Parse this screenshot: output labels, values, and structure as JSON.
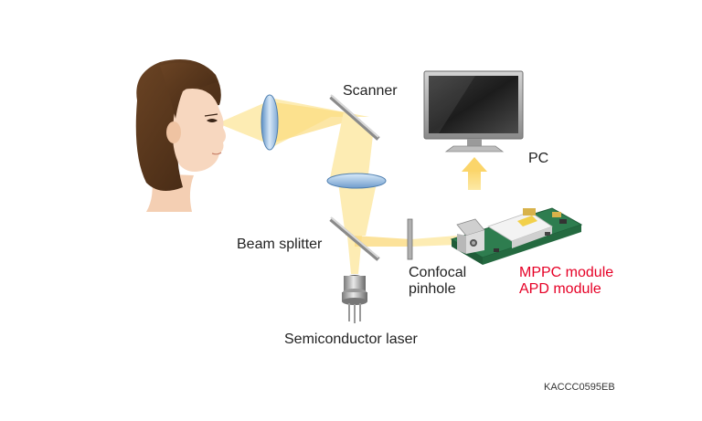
{
  "labels": {
    "scanner": "Scanner",
    "pc": "PC",
    "beam_splitter": "Beam splitter",
    "confocal_line1": "Confocal",
    "confocal_line2": "pinhole",
    "mppc_module": "MPPC module",
    "apd_module": "APD module",
    "semiconductor_laser": "Semiconductor laser",
    "figure_code": "KACCC0595EB"
  },
  "colors": {
    "beam": "#fde9a6",
    "beam_core": "#fbd56a",
    "module_label": "#e60026",
    "pcb": "#2e7d4f",
    "lens": "#9fc6ea"
  }
}
